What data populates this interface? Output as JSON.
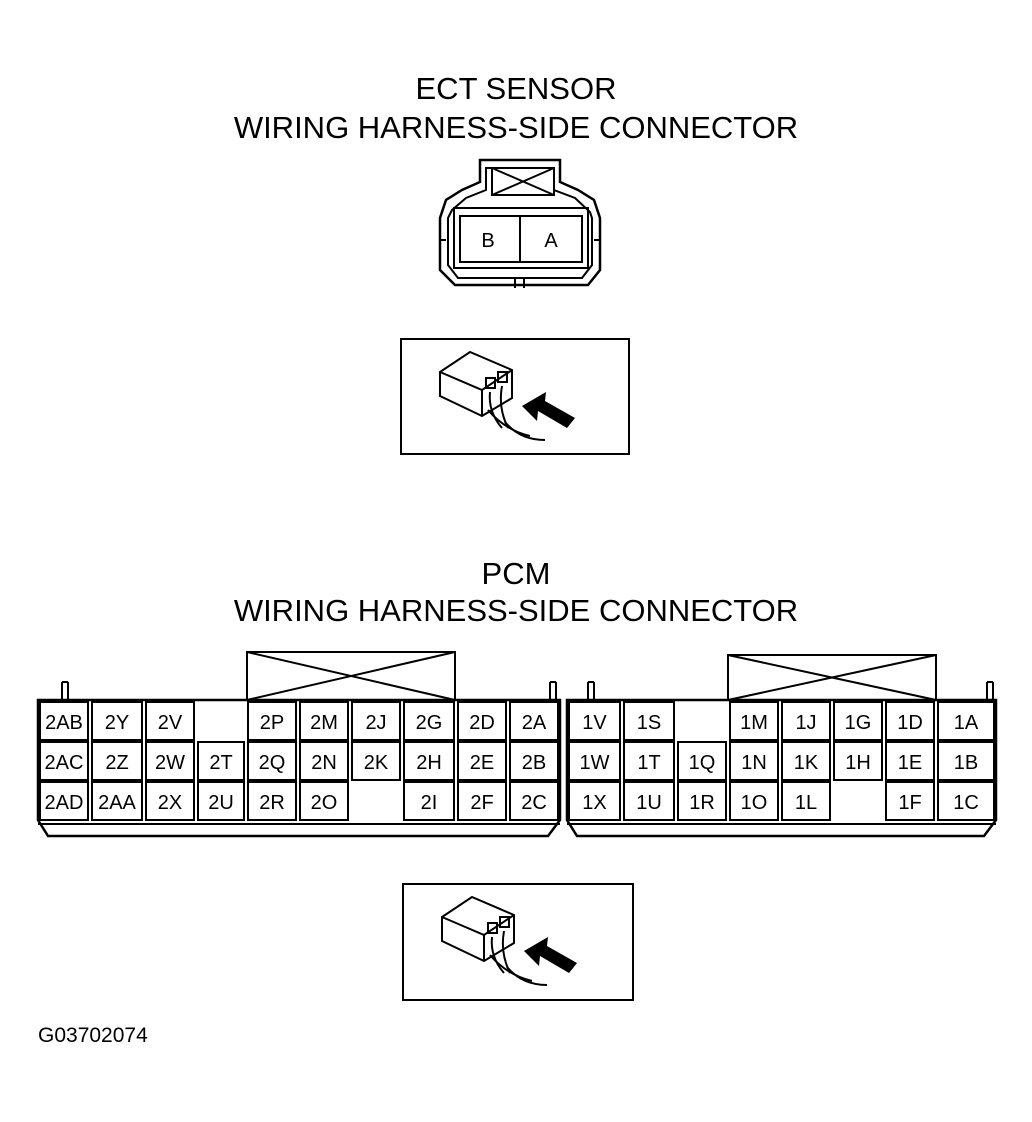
{
  "ect": {
    "title_line1": "ECT SENSOR",
    "title_line2": "WIRING HARNESS-SIDE CONNECTOR",
    "pins": [
      "B",
      "A"
    ]
  },
  "pcm": {
    "title_line1": "PCM",
    "title_line2": "WIRING HARNESS-SIDE CONNECTOR",
    "connector2": {
      "rows": [
        [
          "2AB",
          "2Y",
          "2V",
          "",
          "2P",
          "2M",
          "2J",
          "2G",
          "2D",
          "2A"
        ],
        [
          "2AC",
          "2Z",
          "2W",
          "2T",
          "2Q",
          "2N",
          "2K",
          "2H",
          "2E",
          "2B"
        ],
        [
          "2AD",
          "2AA",
          "2X",
          "2U",
          "2R",
          "2O",
          "",
          "2I",
          "2F",
          "2C"
        ]
      ]
    },
    "connector1": {
      "rows": [
        [
          "1V",
          "1S",
          "",
          "1M",
          "1J",
          "1G",
          "1D",
          "1A"
        ],
        [
          "1W",
          "1T",
          "1Q",
          "1N",
          "1K",
          "1H",
          "1E",
          "1B"
        ],
        [
          "1X",
          "1U",
          "1R",
          "1O",
          "1L",
          "",
          "1F",
          "1C"
        ]
      ]
    }
  },
  "figure_id": "G03702074"
}
